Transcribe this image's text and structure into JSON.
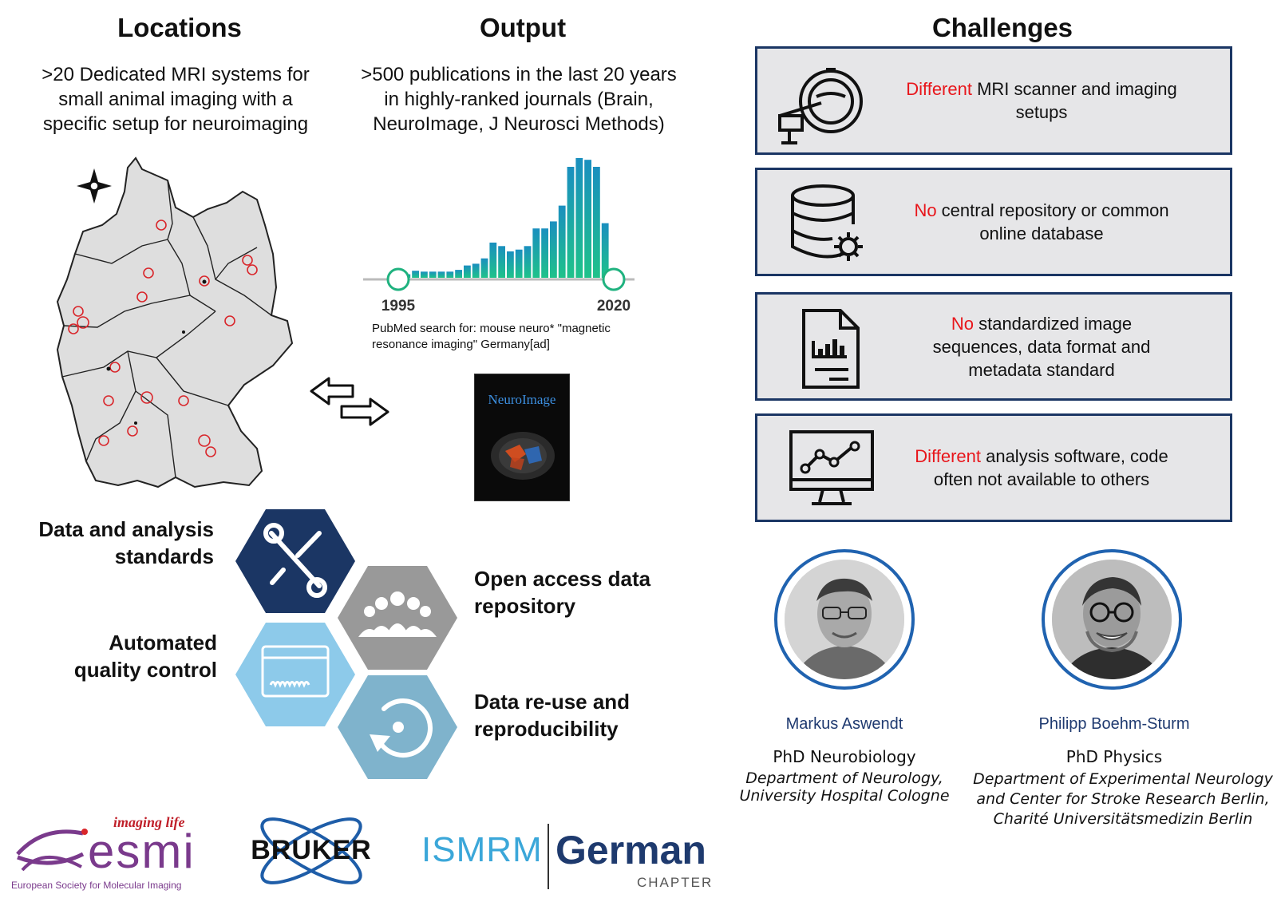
{
  "locations": {
    "title": "Locations",
    "lines": [
      ">20 Dedicated MRI systems for",
      "small animal imaging with a",
      "specific setup for neuroimaging"
    ]
  },
  "output": {
    "title": "Output",
    "lines": [
      ">500 publications in the last 20 years",
      "in highly-ranked journals (Brain,",
      "NeuroImage, J Neurosci Methods)"
    ],
    "pubmed_lines": [
      "PubMed search for: mouse neuro* \"magnetic",
      "resonance imaging\" Germany[ad]"
    ],
    "journal_title": "NeuroImage"
  },
  "chart_data": {
    "type": "bar",
    "x": [
      1995,
      1996,
      1997,
      1998,
      1999,
      2000,
      2001,
      2002,
      2003,
      2004,
      2005,
      2006,
      2007,
      2008,
      2009,
      2010,
      2011,
      2012,
      2013,
      2014,
      2015,
      2016,
      2017,
      2018,
      2019,
      2020
    ],
    "values": [
      2,
      4,
      8,
      7,
      7,
      7,
      7,
      9,
      14,
      16,
      22,
      40,
      36,
      30,
      32,
      36,
      56,
      56,
      64,
      82,
      126,
      136,
      134,
      126,
      62,
      0
    ],
    "x_tick_labels": [
      "1995",
      "2020"
    ],
    "colors": [
      "#1fc28a",
      "#1a8fbf"
    ]
  },
  "challenges": {
    "title": "Challenges",
    "items": [
      {
        "highlight": "Different",
        "rest_line1": " MRI scanner and imaging",
        "line2": "setups",
        "icon": "mri-scanner-icon"
      },
      {
        "highlight": "No",
        "rest_line1": " central repository or common",
        "line2": "online database",
        "icon": "database-gear-icon"
      },
      {
        "highlight": "No",
        "rest_line1": " standardized image",
        "line2": "sequences, data format and",
        "line3": "metadata standard",
        "icon": "document-chart-icon"
      },
      {
        "highlight": "Different",
        "rest_line1": " analysis software, code",
        "line2": "often not available to others",
        "icon": "monitor-chart-icon"
      }
    ]
  },
  "hexes": {
    "standards": [
      "Data and analysis",
      "standards"
    ],
    "quality": [
      "Automated",
      "quality control"
    ],
    "repository": [
      "Open access data",
      "repository"
    ],
    "reuse": [
      "Data re-use and",
      "reproducibility"
    ],
    "colors": {
      "navy": "#1b3664",
      "gray": "#999999",
      "light_blue": "#8dcaea",
      "steel_blue": "#7fb3cc"
    }
  },
  "people": [
    {
      "name": "Markus Aswendt",
      "degree": "PhD Neurobiology",
      "affiliation": [
        "Department of Neurology,",
        "University Hospital Cologne"
      ]
    },
    {
      "name": "Philipp Boehm-Sturm",
      "degree": "PhD Physics",
      "affiliation": [
        "Department of Experimental Neurology",
        "and Center for Stroke Research Berlin,",
        "Charité  Universitätsmedizin  Berlin"
      ]
    }
  ],
  "logos": {
    "esmi_tagline": "imaging life",
    "esmi_name": "esmi",
    "esmi_full": "European Society for Molecular Imaging",
    "bruker": "BRUKER",
    "ismrm": "ISMRM",
    "german": "German",
    "chapter": "CHAPTER"
  }
}
